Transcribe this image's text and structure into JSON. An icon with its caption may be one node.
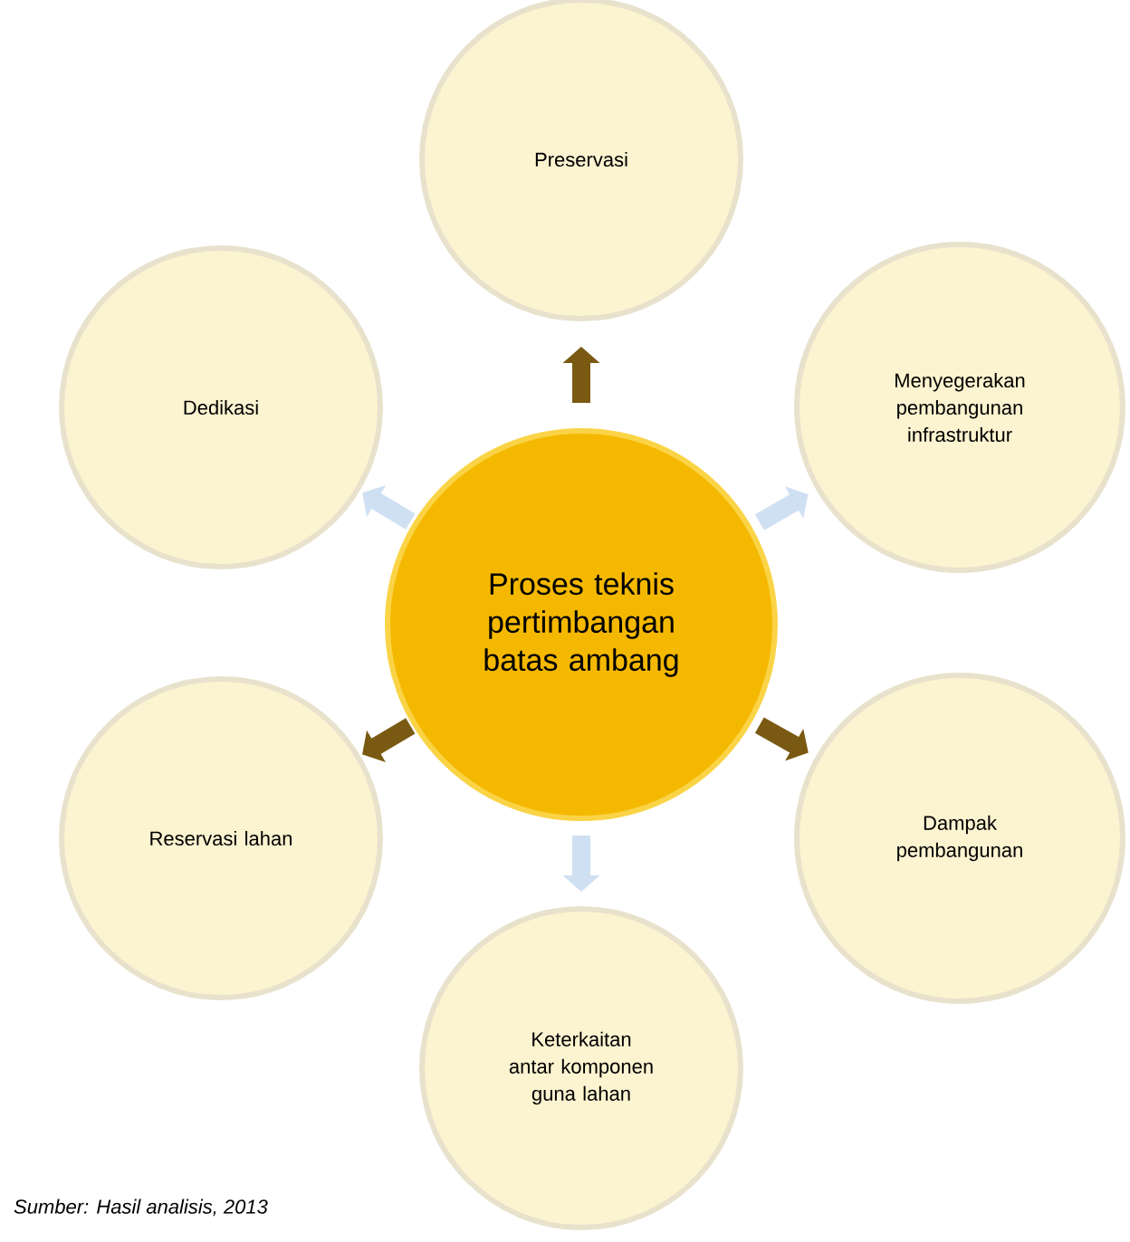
{
  "diagram": {
    "caption": "Sumber: Hasil analisis, 2013",
    "nodes": [
      {
        "text": [
          "Proses teknis pertimbangan batas ambang"
        ]
      },
      {
        "text": [
          "Preservasi"
        ]
      },
      {
        "text": [
          "Dedikasi"
        ]
      },
      {
        "text": [
          "Menyegerakan pembangunan infrastruktur"
        ]
      },
      {
        "text": [
          "Reservasi lahan"
        ]
      },
      {
        "text": [
          "Dampak pembangunan"
        ]
      },
      {
        "text": [
          "Keterkaitan antar komponen guna lahan"
        ]
      }
    ],
    "edges": [
      {
        "from": 0,
        "to": 1,
        "arrow": "to",
        "color": "#7a5a12"
      },
      {
        "from": 0,
        "to": 3,
        "arrow": "to",
        "color": "#cfe0f2"
      },
      {
        "from": 0,
        "to": 5,
        "arrow": "to",
        "color": "#7a5a12"
      },
      {
        "from": 0,
        "to": 6,
        "arrow": "to",
        "color": "#cfe0f2"
      },
      {
        "from": 0,
        "to": 4,
        "arrow": "to",
        "color": "#7a5a12"
      },
      {
        "from": 0,
        "to": 2,
        "arrow": "to",
        "color": "#cfe0f2"
      }
    ]
  }
}
